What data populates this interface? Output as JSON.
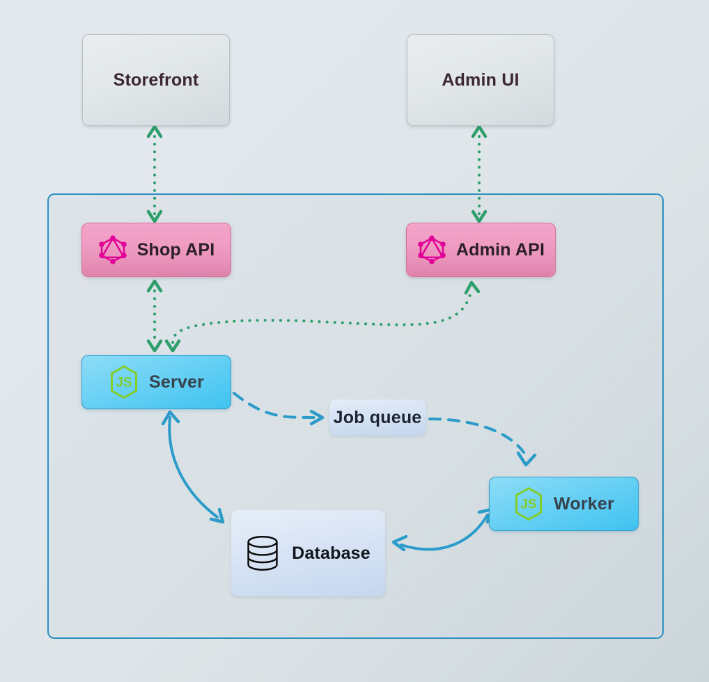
{
  "diagram": {
    "title": "Vendure architecture diagram",
    "background_from": "#e4e9f0",
    "background_to": "#ccd6da",
    "container": {
      "name": "vendure-server-container",
      "border_color": "#2d8fc0"
    },
    "nodes": [
      {
        "id": "storefront",
        "label": "Storefront",
        "kind": "client",
        "icon": null
      },
      {
        "id": "adminui",
        "label": "Admin UI",
        "kind": "client",
        "icon": null
      },
      {
        "id": "shopapi",
        "label": "Shop API",
        "kind": "graphql",
        "icon": "graphql-icon",
        "icon_color": "#e10098"
      },
      {
        "id": "adminapi",
        "label": "Admin API",
        "kind": "graphql",
        "icon": "graphql-icon",
        "icon_color": "#e10098"
      },
      {
        "id": "server",
        "label": "Server",
        "kind": "nodejs",
        "icon": "nodejs-icon",
        "icon_color": "#83cd29"
      },
      {
        "id": "worker",
        "label": "Worker",
        "kind": "nodejs",
        "icon": "nodejs-icon",
        "icon_color": "#83cd29"
      },
      {
        "id": "jobqueue",
        "label": "Job queue",
        "kind": "store",
        "icon": null
      },
      {
        "id": "database",
        "label": "Database",
        "kind": "store",
        "icon": "database-icon",
        "icon_color": "#000000"
      }
    ],
    "edges": [
      {
        "from": "storefront",
        "to": "shopapi",
        "style": "dotted",
        "color": "#2e9e6b",
        "direction": "both"
      },
      {
        "from": "adminui",
        "to": "adminapi",
        "style": "dotted",
        "color": "#2e9e6b",
        "direction": "both"
      },
      {
        "from": "shopapi",
        "to": "server",
        "style": "dotted",
        "color": "#2e9e6b",
        "direction": "both"
      },
      {
        "from": "server",
        "to": "adminapi",
        "style": "dotted",
        "color": "#2e9e6b",
        "direction": "both"
      },
      {
        "from": "server",
        "to": "jobqueue",
        "style": "dashed",
        "color": "#2b9bc9",
        "direction": "forward"
      },
      {
        "from": "jobqueue",
        "to": "worker",
        "style": "dashed",
        "color": "#2b9bc9",
        "direction": "forward"
      },
      {
        "from": "server",
        "to": "database",
        "style": "solid",
        "color": "#2b9bc9",
        "direction": "both"
      },
      {
        "from": "database",
        "to": "worker",
        "style": "solid",
        "color": "#2b9bc9",
        "direction": "both"
      }
    ]
  }
}
